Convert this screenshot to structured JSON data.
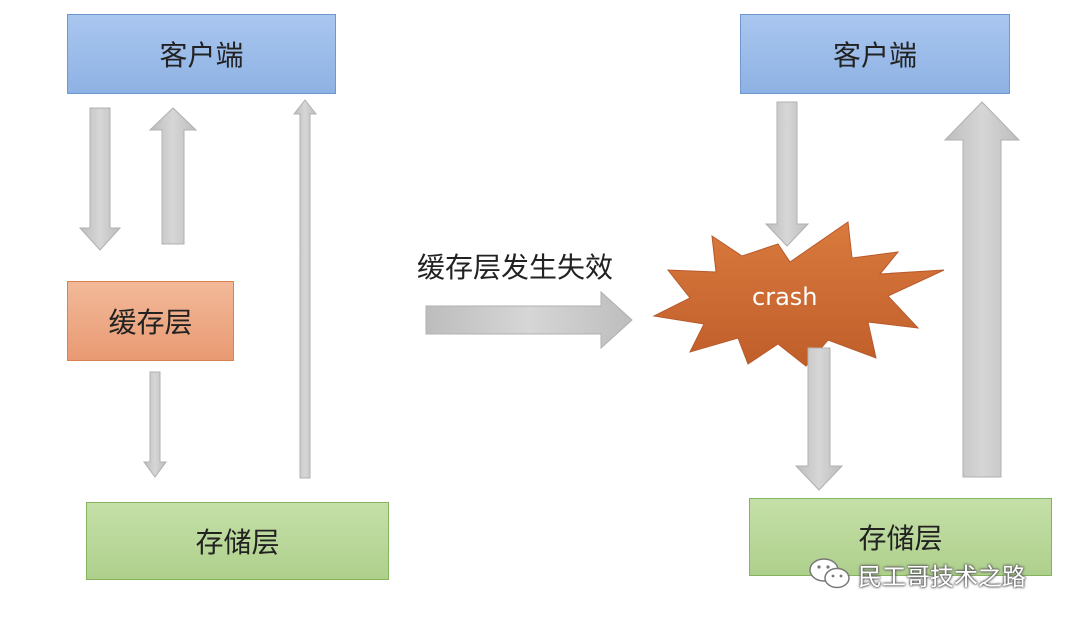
{
  "diagram": {
    "left": {
      "client_label": "客户端",
      "cache_label": "缓存层",
      "storage_label": "存储层"
    },
    "transition_label": "缓存层发生失效",
    "right": {
      "client_label": "客户端",
      "crash_label": "crash",
      "storage_label": "存储层"
    },
    "watermark": "民工哥技术之路"
  },
  "colors": {
    "client_fill": "#a9c6ef",
    "cache_fill": "#e99a73",
    "storage_fill": "#aed08c",
    "crash_fill": "#cf6b32",
    "arrow_fill": "#c8c8c8"
  },
  "icons": {
    "watermark_icon": "wechat-icon"
  }
}
